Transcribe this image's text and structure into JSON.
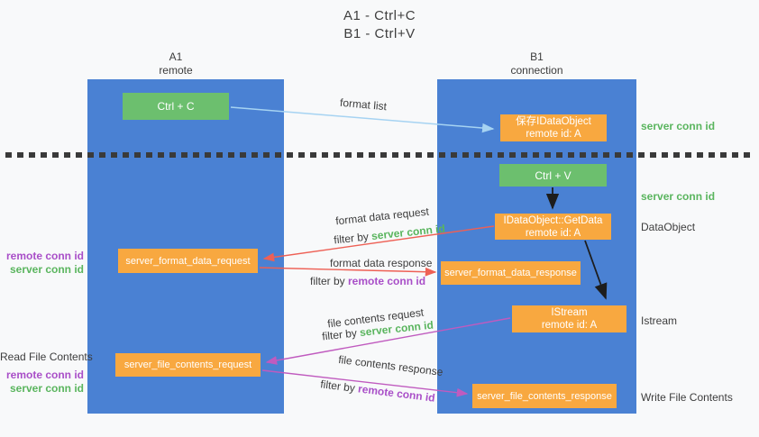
{
  "title": {
    "line1": "A1 - Ctrl+C",
    "line2": "B1 - Ctrl+V"
  },
  "lanes": {
    "a": {
      "name": "A1",
      "subtitle": "remote"
    },
    "b": {
      "name": "B1",
      "subtitle": "connection"
    }
  },
  "boxes": {
    "ctrl_c": {
      "label": "Ctrl + C"
    },
    "save_dataobject": {
      "line1": "保存IDataObject",
      "line2": "remote id: A"
    },
    "ctrl_v": {
      "label": "Ctrl + V"
    },
    "getdata": {
      "line1": "IDataObject::GetData",
      "line2": "remote id: A"
    },
    "format_request": {
      "label": "server_format_data_request"
    },
    "format_response": {
      "label": "server_format_data_response"
    },
    "istream": {
      "line1": "IStream",
      "line2": "remote id: A"
    },
    "file_request": {
      "label": "server_file_contents_request"
    },
    "file_response": {
      "label": "server_file_contents_response"
    }
  },
  "left_labels": {
    "pair1_remote": "remote conn id",
    "pair1_server": "server conn id",
    "read_file": "Read File Contents",
    "pair2_remote": "remote conn id",
    "pair2_server": "server conn id"
  },
  "right_labels": {
    "server_conn_1": "server conn id",
    "server_conn_2": "server conn id",
    "dataobject": "DataObject",
    "istream": "Istream",
    "write_file": "Write File Contents"
  },
  "arrow_labels": {
    "format_list": "format list",
    "format_data_request": "format data request",
    "filter_by_1": "filter by ",
    "filter_server_1": "server conn id",
    "format_data_response": "format data response",
    "filter_by_2": "filter by ",
    "filter_remote_2": "remote conn id",
    "file_contents_request": "file contents request",
    "filter_by_3": "filter by ",
    "filter_server_3": "server conn id",
    "file_contents_response": "file contents response",
    "filter_by_4": "filter by ",
    "filter_remote_4": "remote conn id"
  },
  "colors": {
    "background": "#f8f9fa",
    "lane_blue": "#4a81d3",
    "box_orange": "#f8a840",
    "box_green": "#6cbf6e",
    "arrow_red": "#ee6055",
    "arrow_magenta": "#c05bbf",
    "arrow_light_blue": "#a6d3f2",
    "arrow_black": "#1d1d1d",
    "text_green": "#5ab55e",
    "text_purple": "#a94fc8",
    "text_dark": "#3d3d3d",
    "divider_dark": "#3a3a3a"
  }
}
